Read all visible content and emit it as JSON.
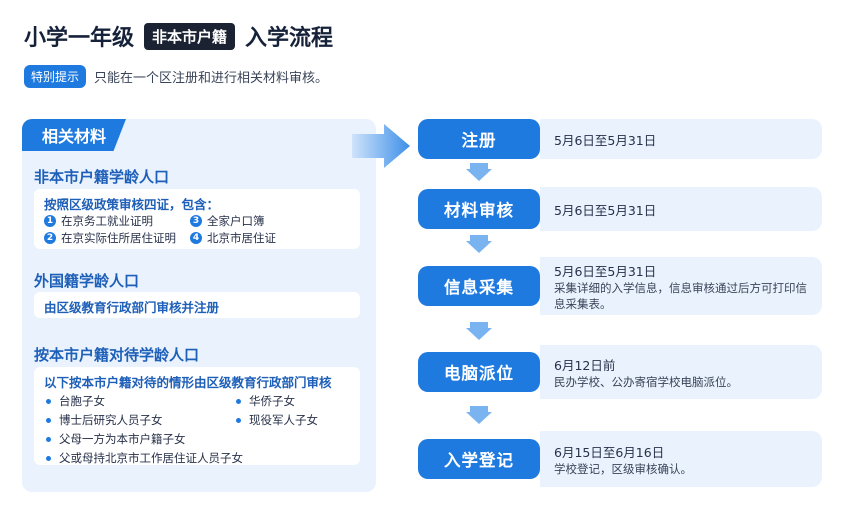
{
  "header": {
    "title_part1": "小学一年级",
    "badge": "非本市户籍",
    "title_part2": "入学流程"
  },
  "tip": {
    "label": "特别提示",
    "text": "只能在一个区注册和进行相关材料审核。"
  },
  "materials": {
    "tab_label": "相关材料",
    "section1": {
      "title": "非本市户籍学龄人口",
      "card_title": "按照区级政策审核四证，包含：",
      "items": [
        {
          "num": "1",
          "text": "在京务工就业证明"
        },
        {
          "num": "3",
          "text": "全家户口簿"
        },
        {
          "num": "2",
          "text": "在京实际住所居住证明"
        },
        {
          "num": "4",
          "text": "北京市居住证"
        }
      ]
    },
    "section2": {
      "title": "外国籍学龄人口",
      "card_title": "由区级教育行政部门审核并注册"
    },
    "section3": {
      "title": "按本市户籍对待学龄人口",
      "card_title": "以下按本市户籍对待的情形由区级教育行政部门审核",
      "items": [
        "台胞子女",
        "华侨子女",
        "博士后研究人员子女",
        "现役军人子女",
        "父母一方为本市户籍子女",
        "父或母持北京市工作居住证人员子女"
      ]
    }
  },
  "steps": [
    {
      "label": "注册",
      "date": "5月6日至5月31日",
      "desc": ""
    },
    {
      "label": "材料审核",
      "date": "5月6日至5月31日",
      "desc": ""
    },
    {
      "label": "信息采集",
      "date": "5月6日至5月31日",
      "desc": "采集详细的入学信息，信息审核通过后方可打印信息采集表。"
    },
    {
      "label": "电脑派位",
      "date": "6月12日前",
      "desc": "民办学校、公办寄宿学校电脑派位。"
    },
    {
      "label": "入学登记",
      "date": "6月15日至6月16日",
      "desc": "学校登记，区级审核确认。"
    }
  ],
  "colors": {
    "accent": "#1f7ae0",
    "panel_bg": "#e9f2fd",
    "dark_badge": "#1b2333"
  }
}
